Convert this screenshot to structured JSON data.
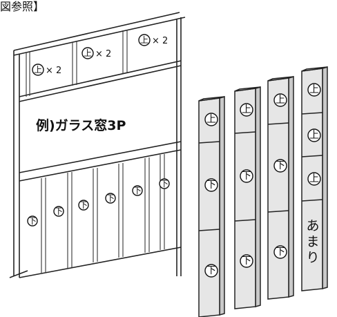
{
  "caption": "図参照】",
  "window_label": "例)ガラス窓3P",
  "mark_upper": "上",
  "mark_lower": "下",
  "times_two": "× 2",
  "remainder_label": [
    "あ",
    "ま",
    "り"
  ]
}
